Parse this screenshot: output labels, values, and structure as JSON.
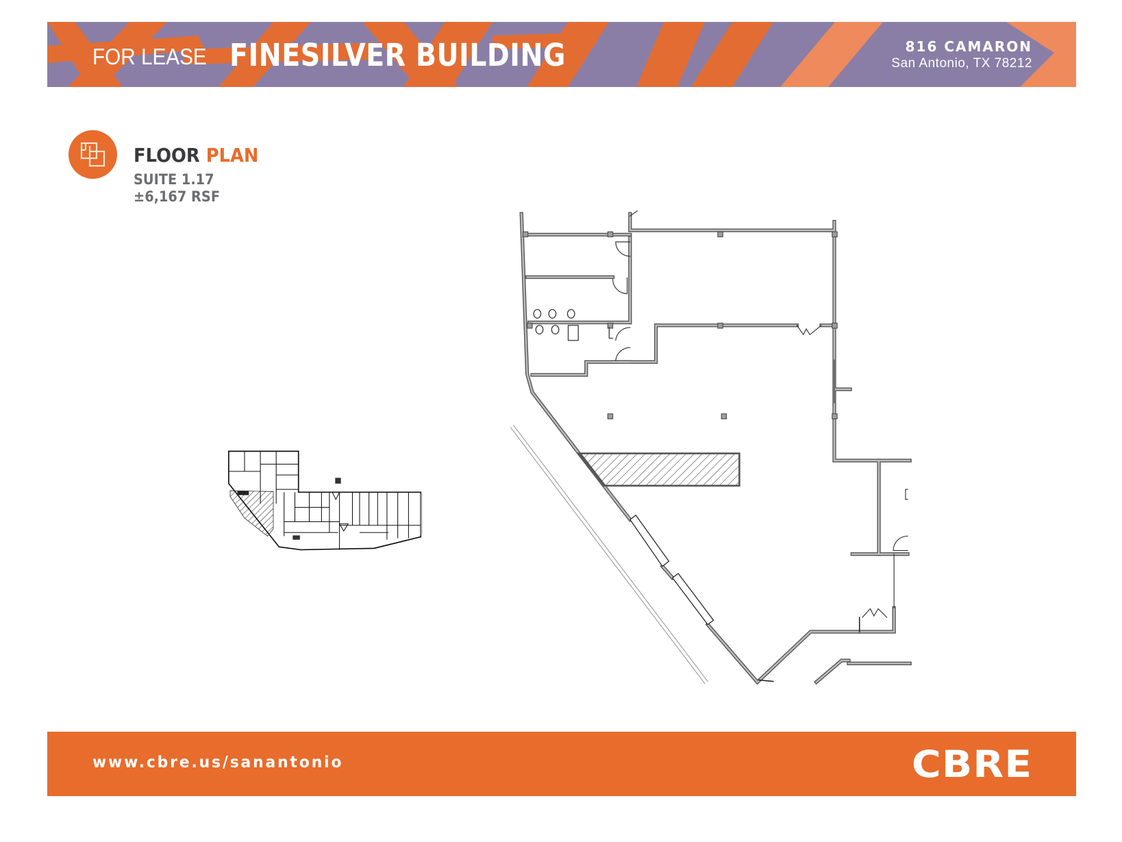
{
  "header": {
    "prefix": "FOR LEASE",
    "title": "FINESILVER BUILDING",
    "address_line1": "816 CAMARON",
    "address_line2": "San Antonio, TX 78212",
    "colors": {
      "purple": "#8a7ea6",
      "orange": "#e86c2c",
      "light_orange": "#ee8a5c"
    }
  },
  "floor_plan_section": {
    "icon": "floor-plan-icon",
    "heading_part1": "FLOOR",
    "heading_part2": "PLAN",
    "suite": "SUITE 1.17",
    "area": "±6,167 RSF",
    "colors": {
      "heading_dark": "#3a3a3c",
      "accent": "#e86c2c",
      "subtext": "#6d6e71"
    }
  },
  "plans": {
    "key_plan": "building-key-plan",
    "suite_plan": "suite-1-17-floor-plan"
  },
  "footer": {
    "url": "www.cbre.us/sanantonio",
    "logo": "CBRE",
    "color": "#e86c2c"
  }
}
